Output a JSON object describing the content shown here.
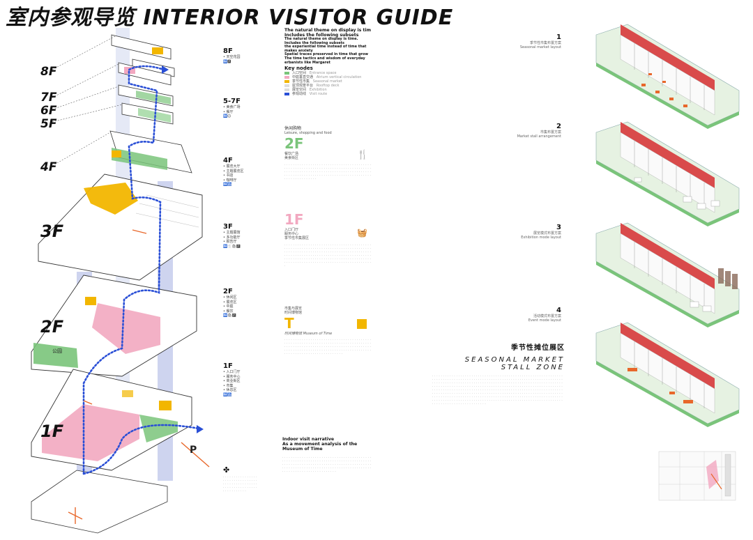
{
  "header": {
    "title_cn": "室内参观导览",
    "title_en": "INTERIOR VISITOR GUIDE"
  },
  "floor_labels": [
    "8F",
    "7F",
    "6F",
    "5F",
    "4F",
    "3F",
    "2F",
    "1F"
  ],
  "axon_labels": {
    "p": "P",
    "shop_label": "公园"
  },
  "legend": [
    {
      "floor": "8F",
      "items": [
        "• 天空花园"
      ],
      "icons": "🚻🅿"
    },
    {
      "floor": "5-7F",
      "items": [
        "• 美食广场",
        "• 餐厅"
      ],
      "icons": "🚻🛈"
    },
    {
      "floor": "4F",
      "items": [
        "• 展览大厅",
        "• 主题展览区",
        "• 书店",
        "• 咖啡厅"
      ],
      "icons": "🚻🛗"
    },
    {
      "floor": "3F",
      "items": [
        "• 主题展馆",
        "• 多功能厅",
        "• 报告厅"
      ],
      "icons": "🚻🍴🛍🅿"
    },
    {
      "floor": "2F",
      "items": [
        "• 休闲区",
        "• 展览区",
        "• 中庭",
        "• 餐饮"
      ],
      "icons": "🚻🛍🅿"
    },
    {
      "floor": "1F",
      "items": [
        "• 入口门厅",
        "• 服务中心",
        "• 商业街区",
        "• 市集",
        "• 休息区"
      ],
      "icons": "🚻🛗"
    }
  ],
  "theme": {
    "heading": "The natural theme on display is tim",
    "subheading": "Includes the following subsets",
    "lines": [
      "The natural theme on display is time.",
      "Includes the following subsets",
      "the experiential time instead of time that",
      "makes anxiety",
      "Spatial traces preserved in time that grow",
      "The time tactics and wisdom of everyday",
      "erbanists like Margaret"
    ]
  },
  "key_nodes": {
    "title": "Key nodes",
    "items": [
      {
        "label": "入口空间",
        "desc": "Entrance space",
        "color": "#7ac47a"
      },
      {
        "label": "中庭垂直交通",
        "desc": "Atrium vertical circulation",
        "color": "#f2a8c0"
      },
      {
        "label": "季节性市集",
        "desc": "Seasonal market",
        "color": "#f2b600"
      },
      {
        "label": "屋顶观景平台",
        "desc": "Rooftop deck",
        "color": "#cccccc"
      },
      {
        "label": "展览空间",
        "desc": "Exhibition",
        "color": "#cccccc"
      },
      {
        "label": "参观动线",
        "desc": "Visit route",
        "color": "#2a4fd6"
      }
    ]
  },
  "section_2f": {
    "heading": "休闲购物",
    "heading_en": "Leisure, shopping and food",
    "big": "2F",
    "sub": [
      "餐饮广场",
      "美食街区"
    ]
  },
  "section_1f": {
    "big": "1F",
    "sub": [
      "入口门厅",
      "服务中心",
      "季节性市集展区"
    ]
  },
  "section_t": {
    "heading": [
      "市集与展览",
      "时间博物馆"
    ],
    "big": "T",
    "caption": "时间博物馆 Museum of Time"
  },
  "narrative": {
    "title_lines": [
      "Indoor visit narrative",
      "As a movement analysis of the",
      "Museum of Time"
    ]
  },
  "panels": [
    {
      "num": "1",
      "cap": [
        "季节性市集布置方案",
        "Seasonal market layout"
      ]
    },
    {
      "num": "2",
      "cap": [
        "市集布置方案",
        "Market stall arrangement"
      ]
    },
    {
      "num": "3",
      "cap": [
        "展览模式布置方案",
        "Exhibition mode layout"
      ]
    },
    {
      "num": "4",
      "cap": [
        "活动模式布置方案",
        "Event mode layout"
      ]
    }
  ],
  "seasonal": {
    "cn": "季节性摊位展区",
    "en_line1": "SEASONAL MARKET",
    "en_line2": "STALL ZONE"
  },
  "colors": {
    "green": "#7ac47a",
    "pink": "#f2a8c0",
    "yellow": "#f2b600",
    "blue_route": "#2a4fd6",
    "column": "#b9c3e6",
    "orange": "#e8672a",
    "red_rail": "#d94b4b"
  }
}
